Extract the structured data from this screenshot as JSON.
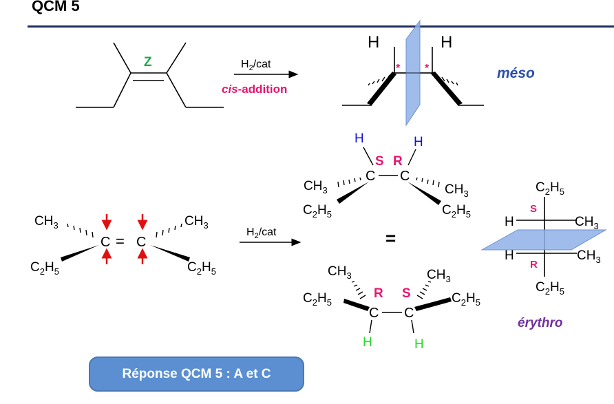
{
  "title": "QCM 5",
  "top": {
    "z_label": "Z",
    "reagent": "H2/cat",
    "process_prefix": "cis",
    "process_suffix": "-addition",
    "h_left": "H",
    "h_right": "H",
    "star": "*",
    "meso": "méso"
  },
  "left": {
    "ch3_left": "CH3",
    "ch3_right": "CH3",
    "c2h5_left": "C2H5",
    "c2h5_right": "C2H5",
    "c1": "C",
    "c2": "C",
    "eq": "="
  },
  "middle": {
    "reagent": "H2/cat",
    "equals": "="
  },
  "upper": {
    "h1": "H",
    "h2": "H",
    "s": "S",
    "r": "R",
    "ch3_left": "CH3",
    "ch3_right": "CH3",
    "c2h5_left": "C2H5",
    "c2h5_right": "C2H5",
    "c1": "C",
    "c2": "C"
  },
  "lower": {
    "ch3_left": "CH3",
    "ch3_right": "CH3",
    "c2h5_left": "C2H5",
    "c2h5_right": "C2H5",
    "r": "R",
    "s": "S",
    "c1": "C",
    "c2": "C",
    "h1": "H",
    "h2": "H"
  },
  "fischer": {
    "top": "C2H5",
    "bottom": "C2H5",
    "h1": "H",
    "h2": "H",
    "ch3_1": "CH3",
    "ch3_2": "CH3",
    "s": "S",
    "r": "R",
    "label": "érythro"
  },
  "answer": "Réponse QCM 5 : A et C",
  "colors": {
    "rule": "#1f2d5c",
    "z": "#22a84a",
    "pink": "#e8146e",
    "blue_h": "#1010e0",
    "green_h": "#22dd22",
    "meso": "#2b4ea8",
    "erythro": "#7030a0",
    "arrow_red": "#e01010",
    "plane": "#8fb0e8",
    "button": "#5b8fd1"
  }
}
